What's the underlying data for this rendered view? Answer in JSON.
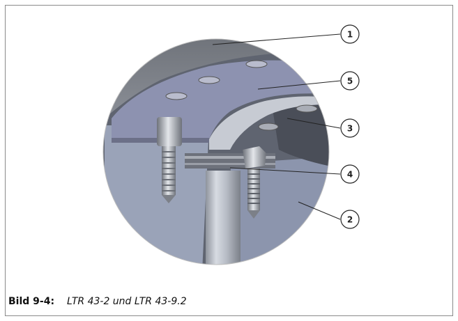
{
  "figure": {
    "callouts": [
      "1",
      "5",
      "3",
      "4",
      "2"
    ],
    "caption_label": "Bild 9-4:",
    "caption_text": "LTR 43-2 und LTR 43-9.2"
  },
  "colors": {
    "frame_border": "#8a8a8a",
    "upper_part": "#7d8188",
    "mounting_ring": "#8d92b0",
    "lower_body": "#8c95ad",
    "shaft": "#b9bec7"
  }
}
